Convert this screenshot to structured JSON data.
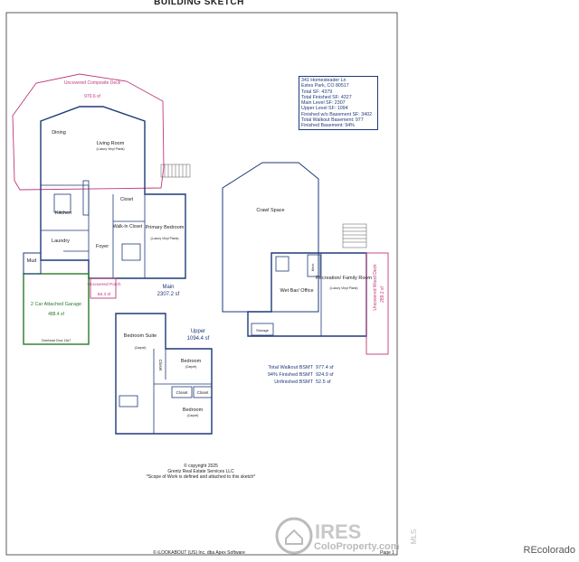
{
  "page_title": "BUILDING SKETCH",
  "info_box": [
    "341 Homesteader Ln",
    "Estes Park, CO 80517",
    "Total SF: 4379",
    "Total Finished SF: 4327",
    "Main Level SF: 2307",
    "Upper Level SF: 1094",
    "Finished w/o Basement SF: 3402",
    "Total Walkout Basement: 977",
    "Finished Basement: 94%"
  ],
  "main_level": {
    "deck_label": "Uncovered Composite Deck",
    "deck_area": "970.6 sf",
    "dining": "Dining",
    "living": "Living Room",
    "living_floor": "(Luxury Vinyl Plank)",
    "kitchen": "Kitchen",
    "laundry": "Laundry",
    "mud": "Mud",
    "foyer": "Foyer",
    "closet": "Closet",
    "walk_in_closet": "Walk-In Closet",
    "primary_bedroom": "Primary Bedroom",
    "primary_floor": "(Luxury Vinyl Plank)",
    "garage": "2 Car Attached Garage",
    "garage_area": "488.4 sf",
    "garage_door": "Overhead Door 16x7",
    "porch": "Uncovered Porch",
    "porch_area": "65.3 sf",
    "level_name": "Main",
    "level_area": "2307.2 sf"
  },
  "upper_level": {
    "level_name": "Upper",
    "level_area": "1094.4 sf",
    "bedroom_suite": "Bedroom Suite",
    "bedroom_suite_floor": "(Carpet)",
    "bedroom_1": "Bedroom",
    "bedroom_2": "Bedroom",
    "carpet": "(Carpet)",
    "closet_1": "Closet",
    "closet_2": "Closet",
    "closet_3": "Closet"
  },
  "basement": {
    "crawl": "Crawl Space",
    "rec_room": "Recreation/ Family Room",
    "rec_floor": "(Luxury Vinyl Plank)",
    "wet_bar": "Wet Bar/ Office",
    "storage": "Storage",
    "mech": "Mech",
    "wood_deck": "Uncovered Wood Deck",
    "wood_deck_area": "289.2 sf"
  },
  "summary": [
    {
      "label": "Total Walkout BSMT",
      "value": "977.4 sf"
    },
    {
      "label": "94% Finished BSMT",
      "value": "924.9 sf"
    },
    {
      "label": "Unfinished BSMT",
      "value": "52.5 sf"
    }
  ],
  "footer": {
    "copyright": "© copyright 2025",
    "company": "Grentz Real Estate Services LLC",
    "scope": "*Scope of Work is defined and attached to this sketch*",
    "software": "© iLOOKABOUT (US) Inc. dba Apex Software",
    "page": "Page 1"
  },
  "ires": {
    "brand": "IRES",
    "site": "ColoProperty.com",
    "mls": "MLS"
  },
  "watermark": "REcolorado",
  "colors": {
    "deck": "#c0397a",
    "garage": "#2a7a2a",
    "walls": "#1e3a78"
  }
}
